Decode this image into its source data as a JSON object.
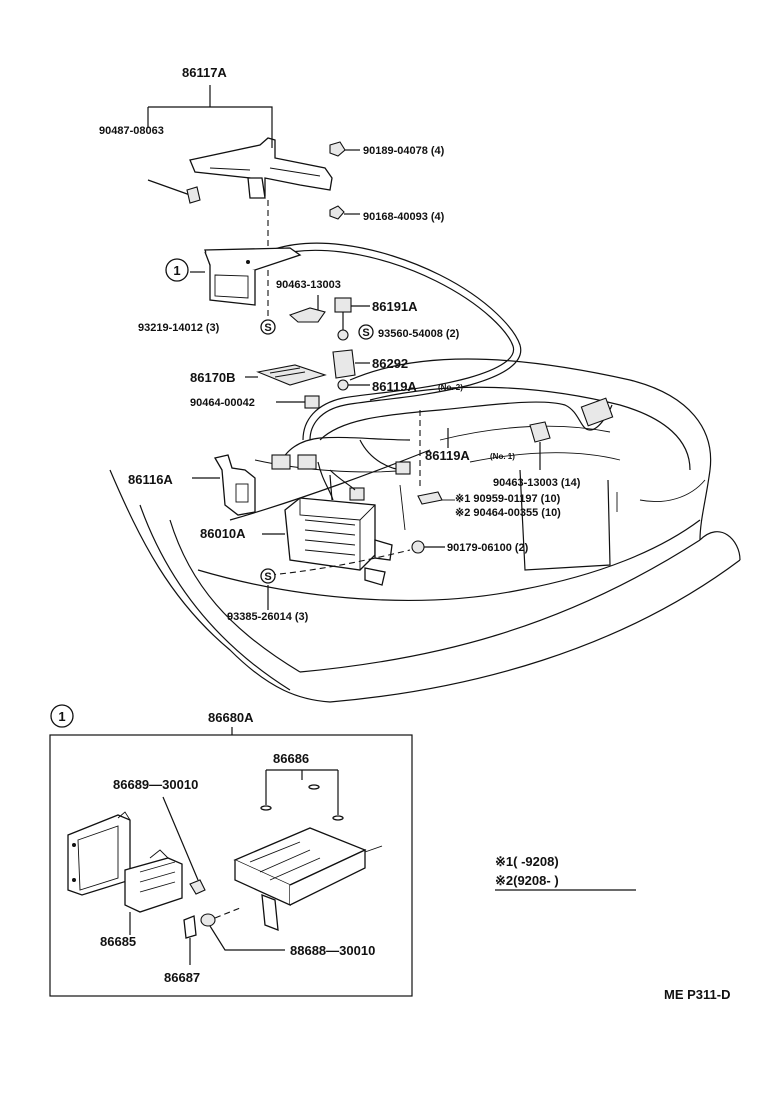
{
  "parts": {
    "p86117A": "86117A",
    "p90487_08063": "90487-08063",
    "p90189_04078": "90189-04078 (4)",
    "p90168_40093": "90168-40093 (4)",
    "p90463_13003_a": "90463-13003",
    "p86191A": "86191A",
    "p93219_14012": "93219-14012 (3)",
    "p93560_54008": "93560-54008 (2)",
    "p86292": "86292",
    "p86170B": "86170B",
    "p86119A_no2": "86119A",
    "p86119A_no2_sub": "(No. 2)",
    "p90464_00042": "90464-00042",
    "p86119A_no1": "86119A",
    "p86119A_no1_sub": "(No. 1)",
    "p86116A": "86116A",
    "p90463_13003_b": "90463-13003 (14)",
    "p90959_01197": "※1 90959-01197 (10)",
    "p90464_00355": "※2 90464-00355 (10)",
    "p86010A": "86010A",
    "p90179_06100": "90179-06100 (2)",
    "p93385_26014": "93385-26014 (3)"
  },
  "callout_one": "1",
  "callout_s": "S",
  "inset": {
    "callout": "1",
    "p86680A": "86680A",
    "p86686": "86686",
    "p86689_30010": "86689—30010",
    "p86685": "86685",
    "p86687": "86687",
    "p88688_30010": "88688—30010"
  },
  "notes": {
    "line1": "※1(      -9208)",
    "line2": "※2(9208-      )"
  },
  "page_code": "ME P311-D"
}
